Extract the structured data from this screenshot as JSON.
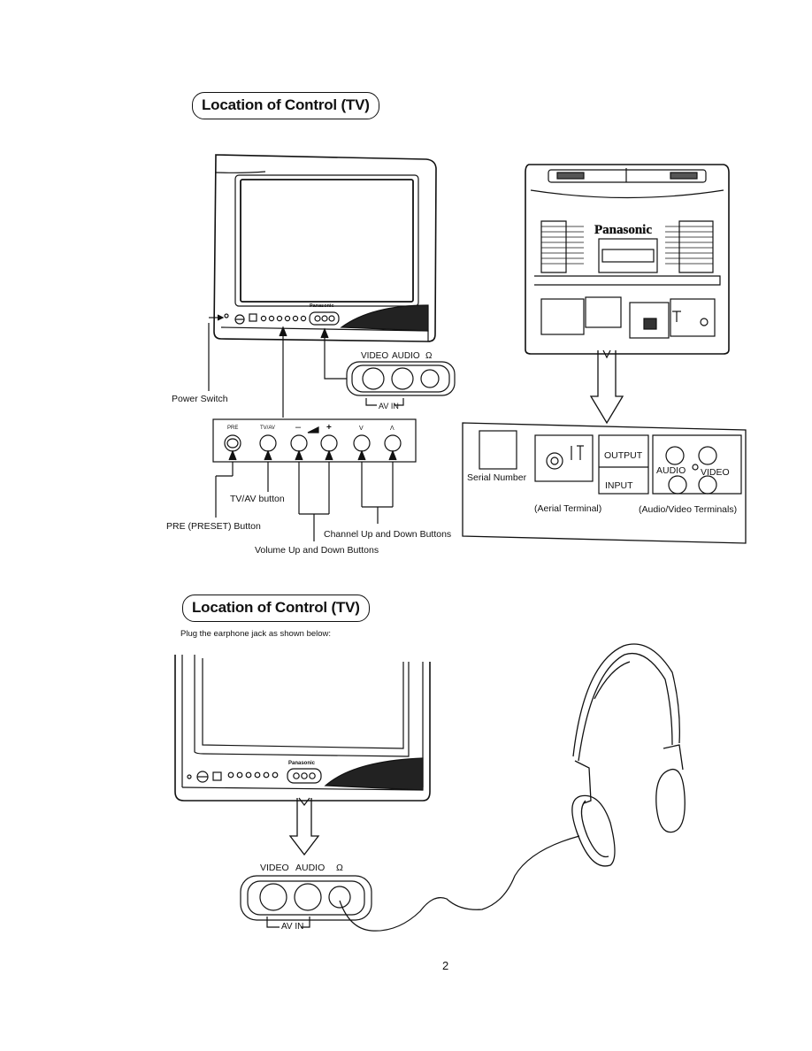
{
  "section1": {
    "title": "Location of Control (TV)",
    "tv_brand": "Panasonic",
    "rear_brand": "Panasonic",
    "jack_labels": {
      "video": "VIDEO",
      "audio": "AUDIO",
      "headphone": "Ω",
      "av_in": "AV IN"
    },
    "panel_button_labels": {
      "pre": "PRE",
      "tvav": "TV/AV",
      "vol_down": "–",
      "vol_up": "+",
      "ch_down": "V",
      "ch_up": "Λ"
    },
    "callouts": {
      "power_switch": "Power Switch",
      "tvav_button": "TV/AV button",
      "pre_button": "PRE (PRESET) Button",
      "channel_buttons": "Channel Up and Down Buttons",
      "volume_buttons": "Volume Up and Down Buttons"
    },
    "rear_panel": {
      "serial_number": "Serial Number",
      "output": "OUTPUT",
      "input": "INPUT",
      "audio": "AUDIO",
      "video": "VIDEO",
      "aerial_terminal": "(Aerial Terminal)",
      "av_terminals": "(Audio/Video Terminals)"
    }
  },
  "section2": {
    "title": "Location of Control (TV)",
    "instruction": "Plug the earphone jack as shown below:",
    "tv_brand": "Panasonic",
    "jack_labels": {
      "video": "VIDEO",
      "audio": "AUDIO",
      "headphone": "Ω",
      "av_in": "AV IN"
    }
  },
  "page_number": "2"
}
